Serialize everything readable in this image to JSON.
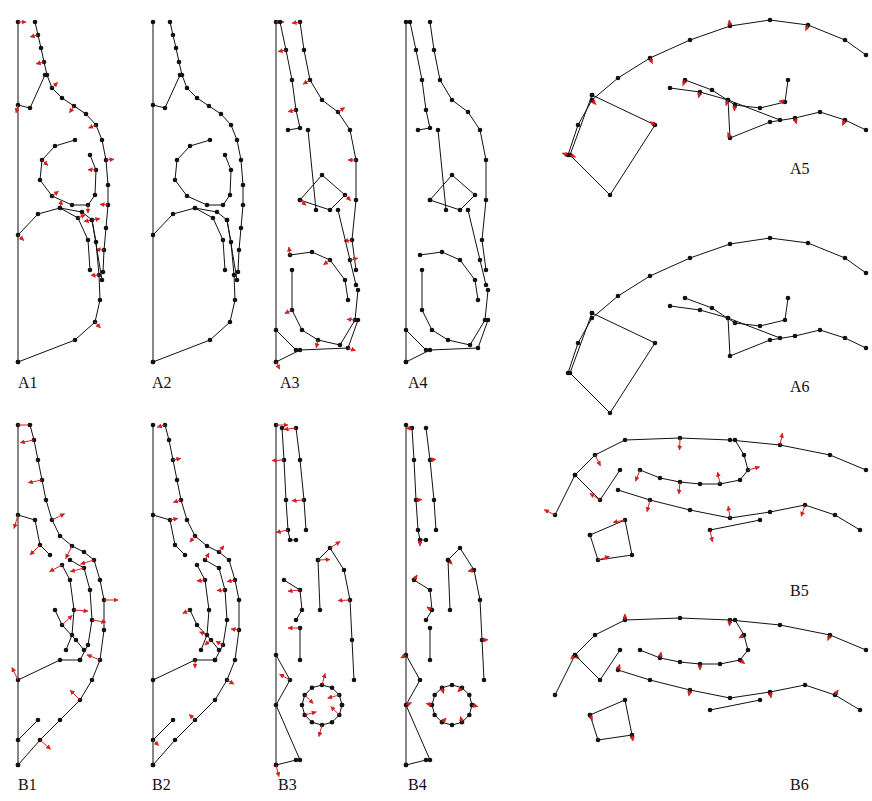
{
  "diagram": {
    "labels": [
      "A1",
      "A2",
      "A3",
      "A4",
      "A5",
      "A6",
      "B1",
      "B2",
      "B3",
      "B4",
      "B5",
      "B6"
    ]
  }
}
